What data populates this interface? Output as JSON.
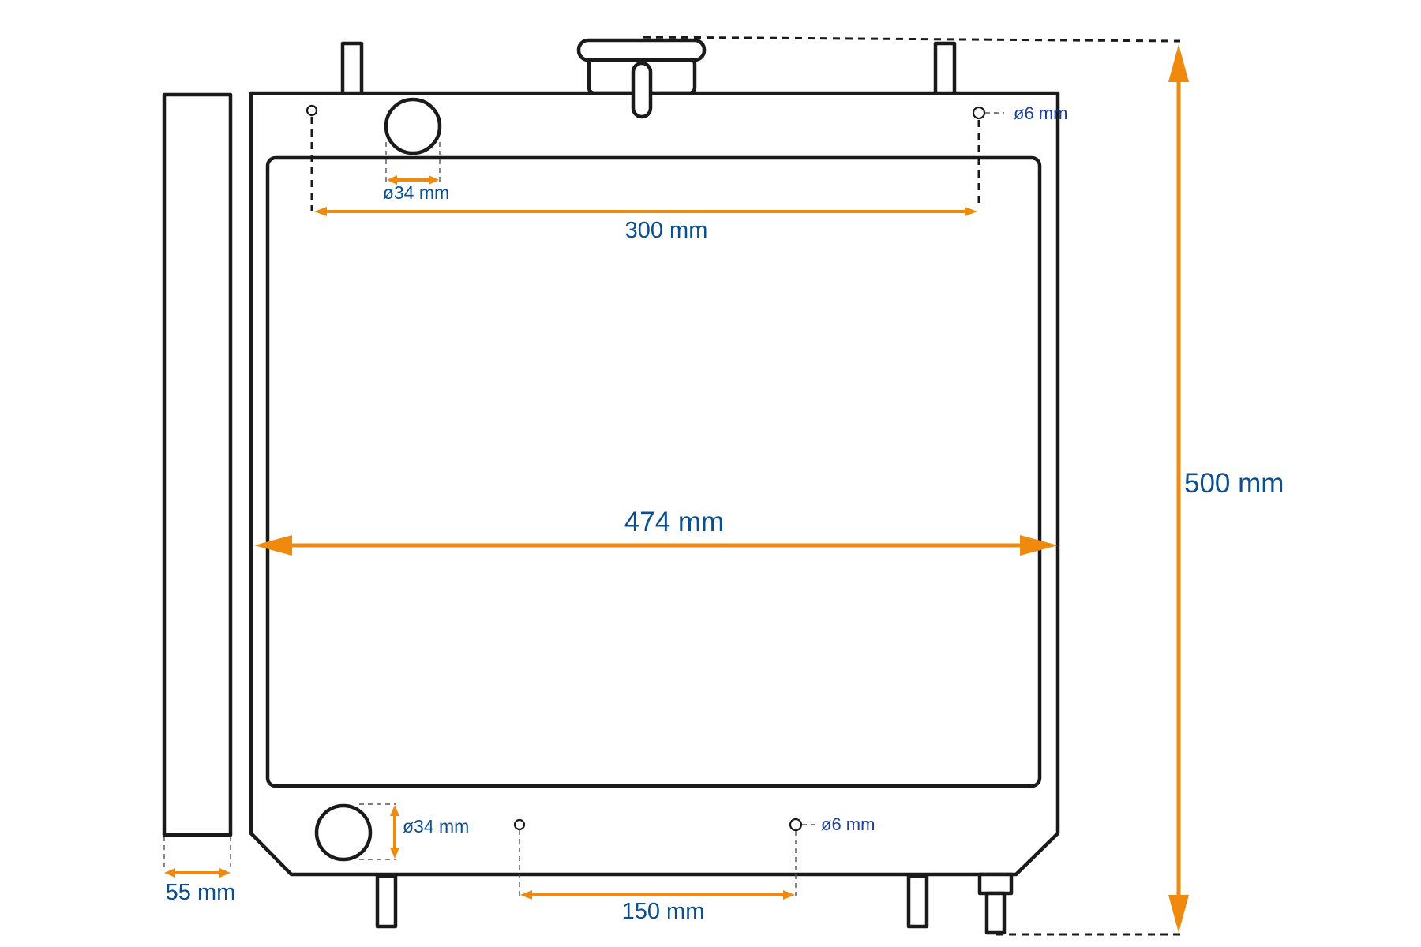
{
  "colors": {
    "dimension_line": "#f08a0e",
    "label_text": "#0b4f93",
    "outline": "#1a1a1a"
  },
  "dimensions": {
    "overall_height": "500 mm",
    "overall_width": "474 mm",
    "top_hole_spacing": "300 mm",
    "bottom_hole_spacing": "150 mm",
    "depth": "55 mm",
    "top_pipe_diameter": "ø34 mm",
    "bottom_pipe_diameter": "ø34 mm",
    "top_hole_diameter": "ø6 mm",
    "bottom_hole_diameter": "ø6 mm"
  }
}
